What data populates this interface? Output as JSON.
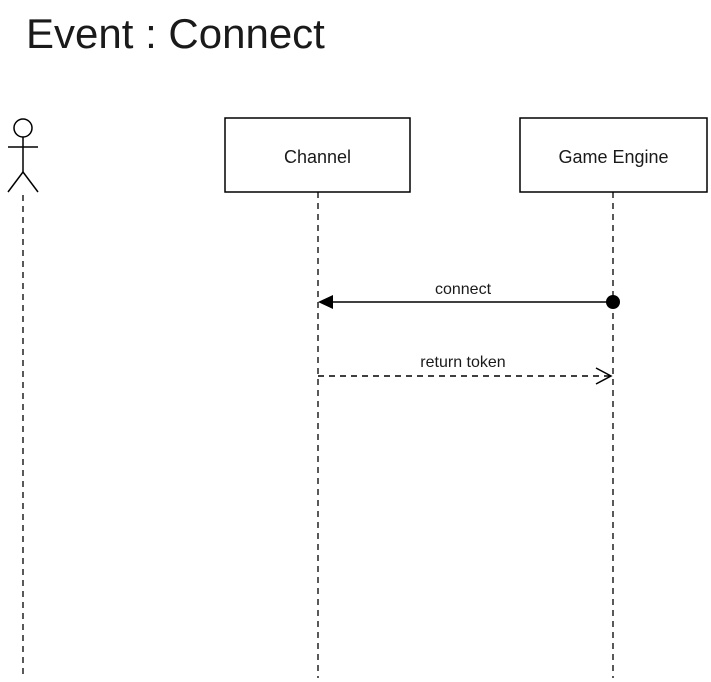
{
  "diagram": {
    "title": "Event : Connect",
    "participants": [
      {
        "id": "actor",
        "kind": "actor",
        "label": ""
      },
      {
        "id": "channel",
        "kind": "box",
        "label": "Channel"
      },
      {
        "id": "game_engine",
        "kind": "box",
        "label": "Game Engine"
      }
    ],
    "messages": [
      {
        "label": "connect",
        "from": "game_engine",
        "to": "channel",
        "style": "solid",
        "start": "filled-dot",
        "head": "filled-arrow"
      },
      {
        "label": "return token",
        "from": "channel",
        "to": "game_engine",
        "style": "dashed",
        "head": "open-arrow"
      }
    ]
  }
}
